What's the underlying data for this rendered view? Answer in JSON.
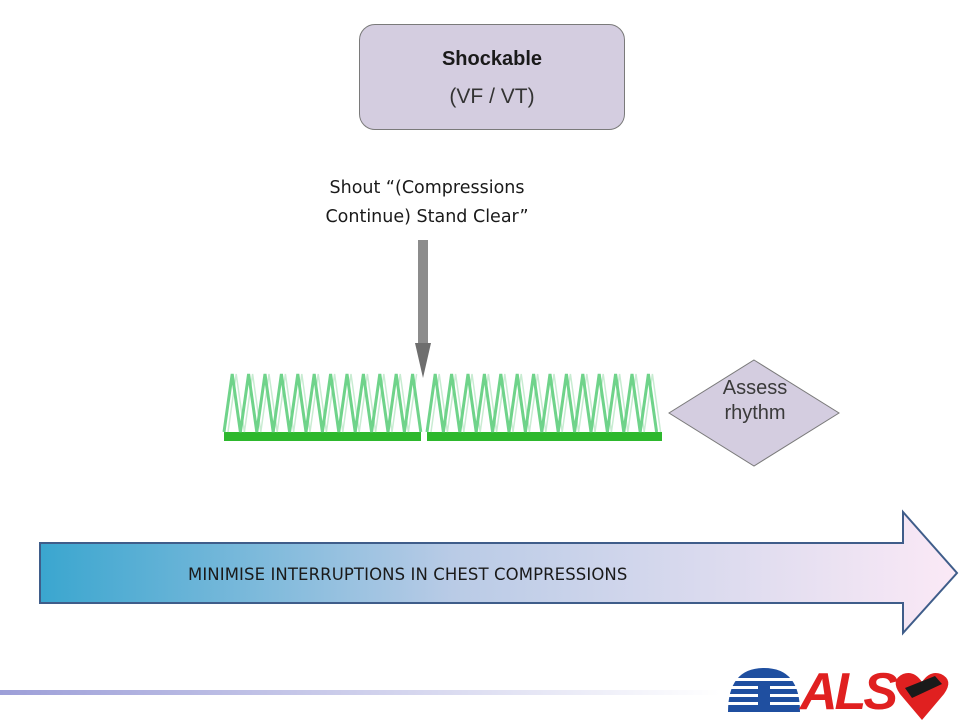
{
  "shockable_box": {
    "title": "Shockable",
    "subtitle": "(VF / VT)"
  },
  "shout": {
    "line1": "Shout “(Compressions",
    "line2": "Continue) Stand Clear”"
  },
  "assess": {
    "line1": "Assess",
    "line2": "rhythm"
  },
  "banner": {
    "text": "MINIMISE INTERRUPTIONS IN CHEST COMPRESSIONS"
  },
  "logo": {
    "text": "ALS"
  },
  "colors": {
    "box_fill": "#d4cde0",
    "compression_bar": "#2db82d",
    "compression_wave": "#6fd38a",
    "diamond_fill": "#d4cde0",
    "arrow_start": "#3aa6cf",
    "arrow_end": "#fbe9f6",
    "arrow_outline": "#3f5d8a",
    "logo_red": "#e02020",
    "logo_blue": "#1f4fa0"
  }
}
